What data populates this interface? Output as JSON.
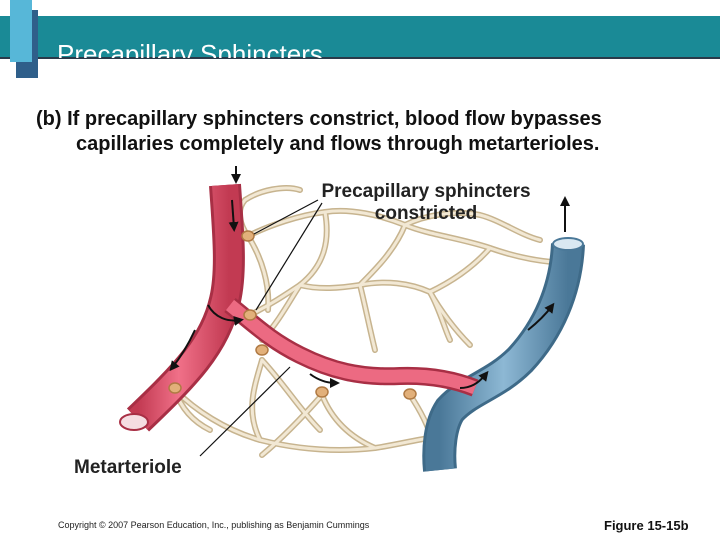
{
  "slide": {
    "title": "Precapillary Sphincters",
    "caption_marker": "(b)",
    "caption_line1": "If precapillary sphincters constrict, blood flow bypasses",
    "caption_line2": "capillaries completely and flows through metarterioles."
  },
  "diagram": {
    "label_sphincters_line1": "Precapillary sphincters",
    "label_sphincters_line2": "constricted",
    "label_metarteriole": "Metarteriole",
    "colors": {
      "artery": "#e8566e",
      "artery_dark": "#c23a52",
      "vein": "#6e9cbc",
      "vein_dark": "#4a7898",
      "capillary": "#e9dcc4",
      "capillary_edge": "#c7b48f",
      "sphincter": "#e2b07a"
    }
  },
  "footer": {
    "copyright": "Copyright © 2007 Pearson Education, Inc., publishing as Benjamin Cummings",
    "figure_ref": "Figure 15-15b"
  }
}
